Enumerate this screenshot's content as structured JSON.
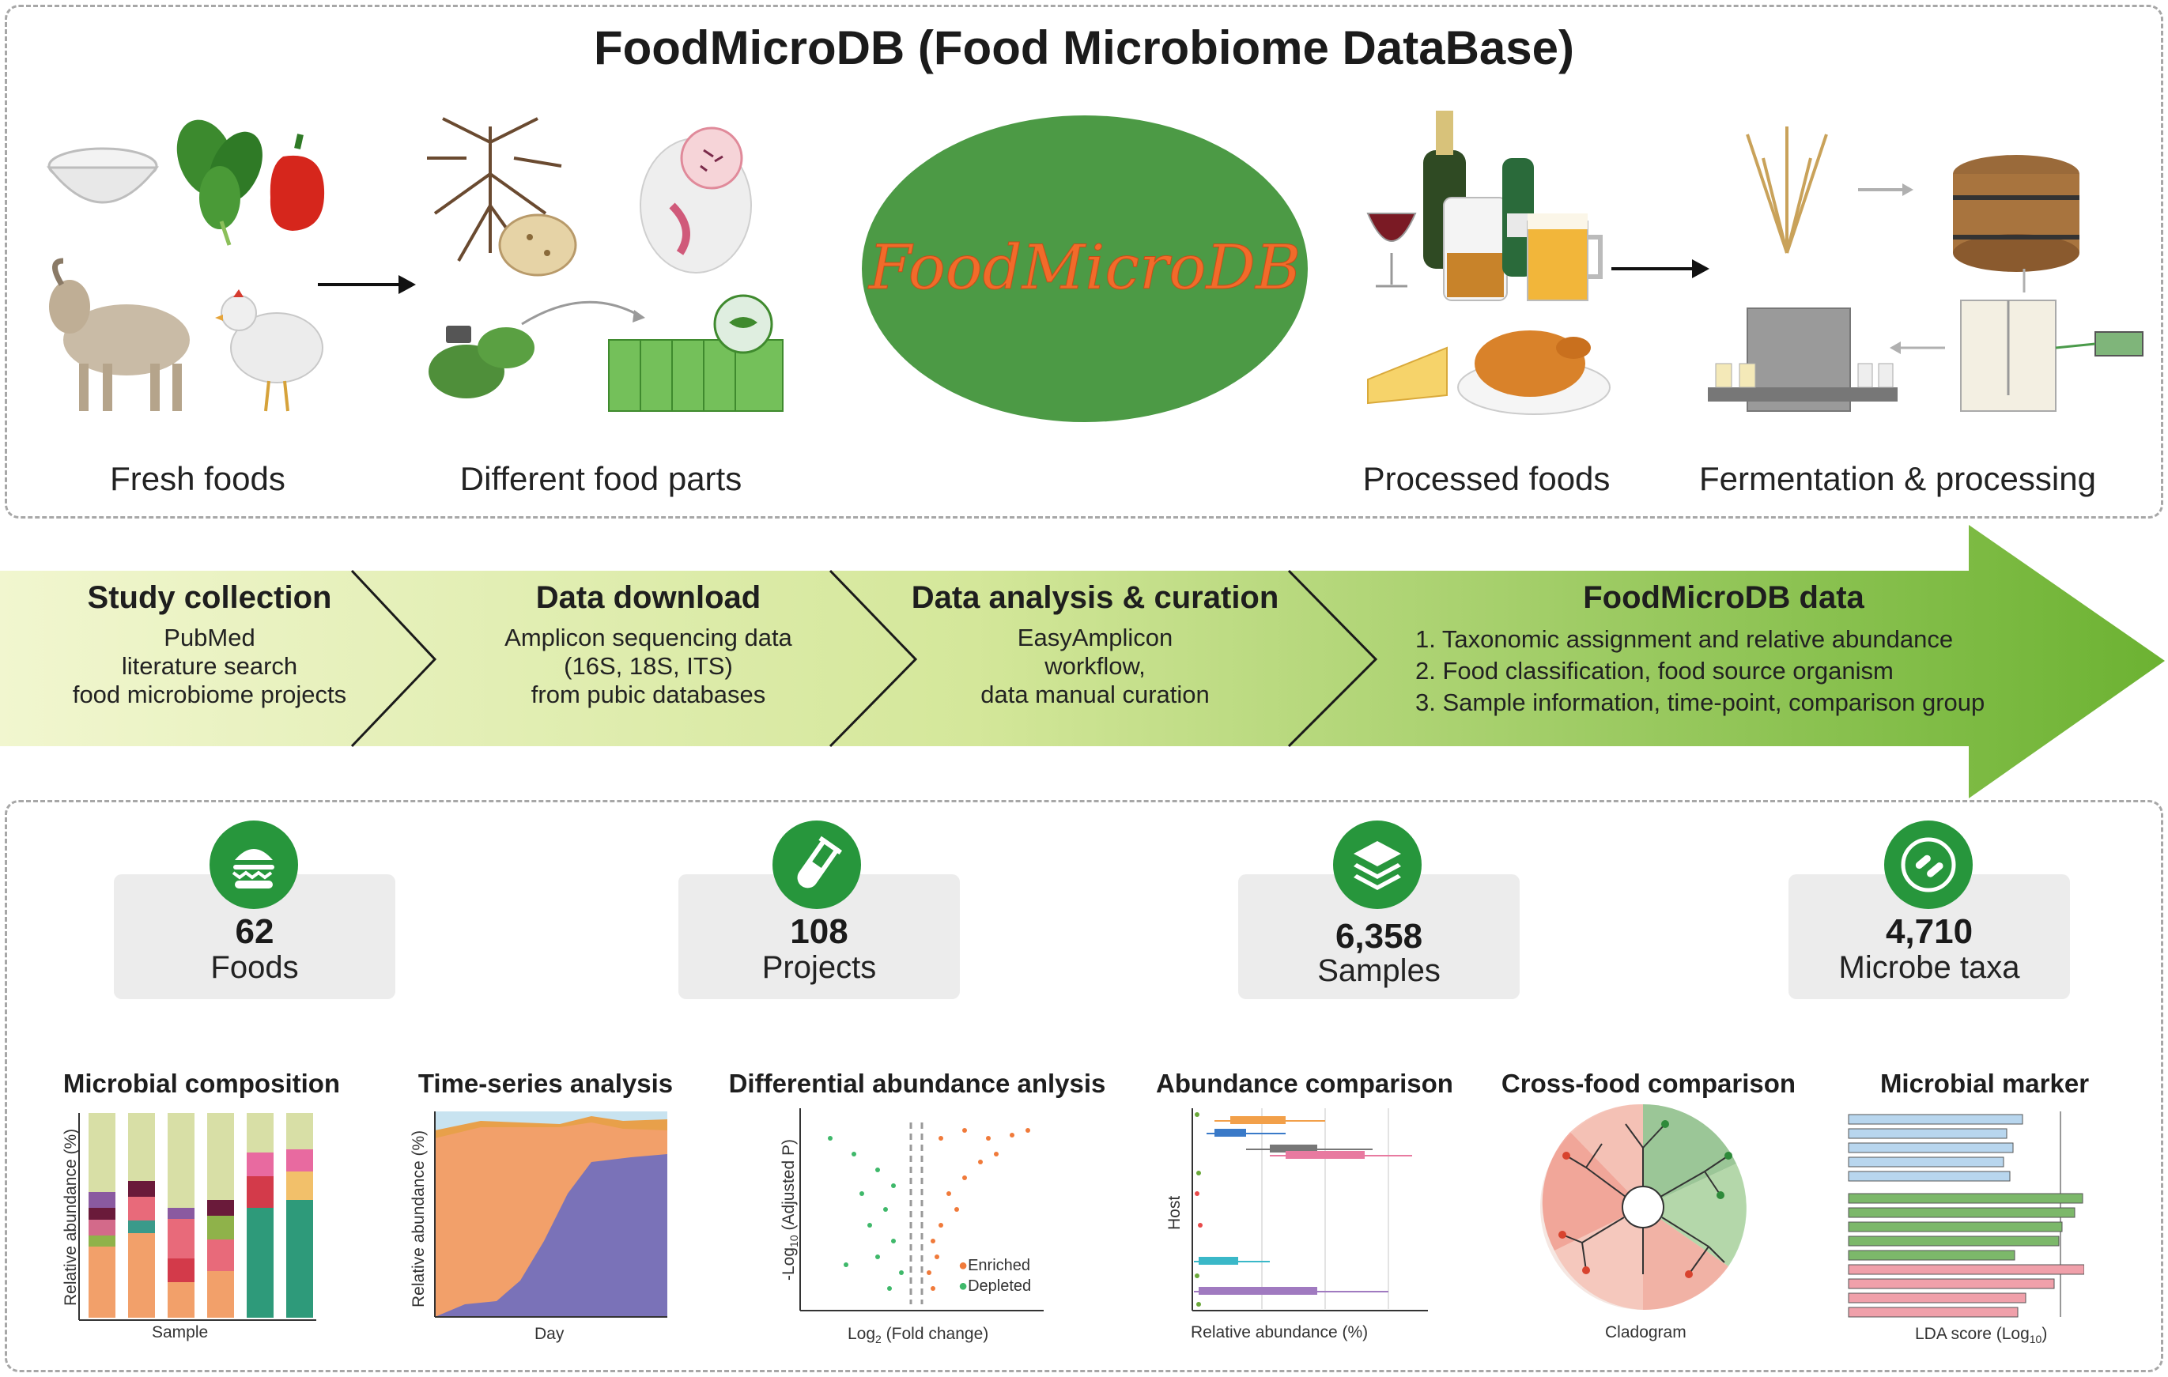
{
  "title": "FoodMicroDB  (Food Microbiome DataBase)",
  "top": {
    "captions": [
      "Fresh foods",
      "Different food parts",
      "Processed foods",
      "Fermentation & processing"
    ],
    "logo_text": "FoodMicroDB"
  },
  "workflow": {
    "stages": [
      {
        "title": "Study collection",
        "lines": [
          "PubMed",
          "literature search",
          "food microbiome projects"
        ]
      },
      {
        "title": "Data download",
        "lines": [
          "Amplicon sequencing data",
          "(16S, 18S, ITS)",
          "from pubic databases"
        ]
      },
      {
        "title": "Data analysis & curation",
        "lines": [
          "EasyAmplicon",
          "workflow,",
          "data manual curation"
        ]
      },
      {
        "title": "FoodMicroDB data",
        "lines": [
          "1. Taxonomic assignment and relative abundance",
          "2. Food classification, food source organism",
          "3. Sample information, time-point, comparison group"
        ]
      }
    ]
  },
  "stats": [
    {
      "value": "62",
      "label": "Foods",
      "icon": "burger-icon"
    },
    {
      "value": "108",
      "label": "Projects",
      "icon": "test-tube-icon"
    },
    {
      "value": "6,358",
      "label": "Samples",
      "icon": "layers-icon"
    },
    {
      "value": "4,710",
      "label": "Microbe taxa",
      "icon": "petri-dish-icon"
    }
  ],
  "analyses": [
    {
      "title": "Microbial composition",
      "xlabel": "Sample",
      "ylabel": "Relative abundance (%)"
    },
    {
      "title": "Time-series analysis",
      "xlabel": "Day",
      "ylabel": "Relative abundance (%)"
    },
    {
      "title": "Differential abundance anlysis",
      "xlabel": "Log",
      "xlabel_sub": "2",
      "xlabel_rest": " (Fold change)",
      "ylabel": "-Log",
      "ylabel_sub": "10",
      "ylabel_rest": " (Adjusted P)",
      "legend": [
        "Enriched",
        "Depleted"
      ]
    },
    {
      "title": "Abundance comparison",
      "xlabel": "Relative abundance (%)",
      "ylabel": "Host"
    },
    {
      "title": "Cross-food comparison",
      "xlabel": "Cladogram"
    },
    {
      "title": "Microbial marker",
      "xlabel": "LDA score (Log",
      "xlabel_sub": "10",
      "xlabel_rest": ")"
    }
  ],
  "colors": {
    "green_dark": "#27963c",
    "arrow_start": "#eef5c8",
    "arrow_end": "#6fb533",
    "logo_fill": "#4c9a45",
    "logo_text": "#f26b2a",
    "enriched": "#f07a3a",
    "depleted": "#3fb86a"
  }
}
